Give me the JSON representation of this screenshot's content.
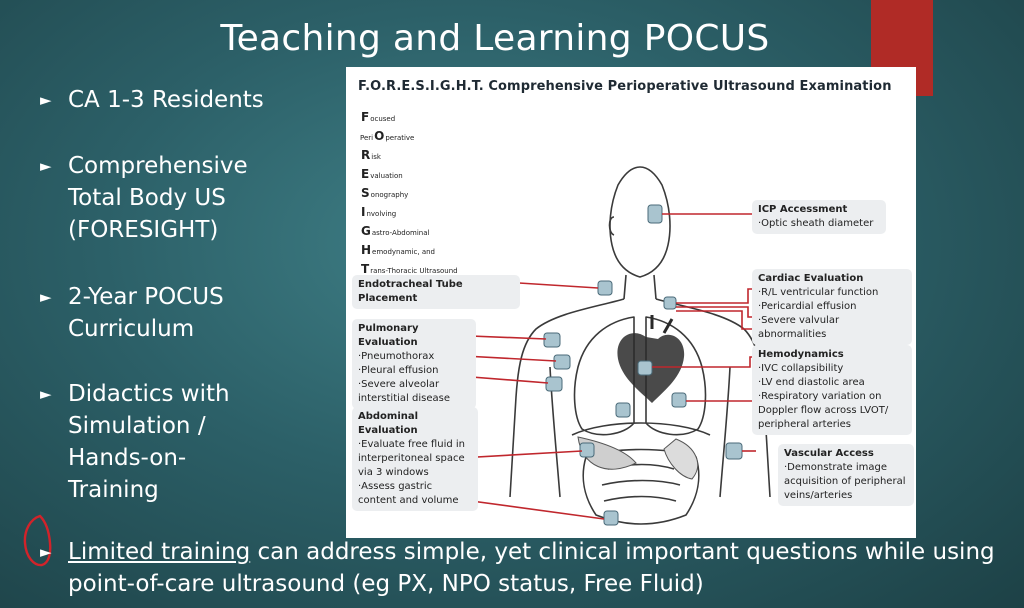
{
  "slide": {
    "title": "Teaching and Learning POCUS",
    "bullets": [
      {
        "text": "CA 1-3 Residents"
      },
      {
        "text": "Comprehensive Total Body US (FORESIGHT)"
      },
      {
        "text": "2-Year POCUS Curriculum"
      },
      {
        "text": "Didactics with Simulation / Hands-on-Training"
      }
    ],
    "bottom_bullet": {
      "underlined": "Limited training",
      "rest": " can address simple, yet clinical important questions while using point-of-care ultrasound (eg PX, NPO status, Free Fluid)"
    },
    "colors": {
      "accent": "#b02b26",
      "background": "#2c6068",
      "annotation": "#d2232a"
    }
  },
  "figure": {
    "title": "F.O.R.E.S.I.G.H.T. Comprehensive Perioperative Ultrasound Examination",
    "acronym": [
      {
        "prefix": "",
        "letter": "F",
        "rest": "ocused"
      },
      {
        "prefix": "Peri",
        "letter": "O",
        "rest": "perative"
      },
      {
        "prefix": "",
        "letter": "R",
        "rest": "isk"
      },
      {
        "prefix": "",
        "letter": "E",
        "rest": "valuation"
      },
      {
        "prefix": "",
        "letter": "S",
        "rest": "onography"
      },
      {
        "prefix": "",
        "letter": "I",
        "rest": "nvolving"
      },
      {
        "prefix": "",
        "letter": "G",
        "rest": "astro-Abdominal"
      },
      {
        "prefix": "",
        "letter": "H",
        "rest": "emodynamic, and"
      },
      {
        "prefix": "",
        "letter": "T",
        "rest": "rans-Thoracic Ultrasound"
      }
    ],
    "boxes": {
      "icp": {
        "title": "ICP Accessment",
        "items": [
          "·Optic sheath diameter"
        ]
      },
      "ett": {
        "title": "Endotracheal Tube Placement"
      },
      "cardiac": {
        "title": "Cardiac Evaluation",
        "items": [
          "·R/L ventricular function",
          "·Pericardial effusion",
          "·Severe valvular abnormalities"
        ]
      },
      "pulm": {
        "title": "Pulmonary Evaluation",
        "items": [
          "·Pneumothorax",
          "·Pleural effusion",
          "·Severe alveolar interstitial disease"
        ]
      },
      "hemo": {
        "title": "Hemodynamics",
        "items": [
          "·IVC collapsibility",
          "·LV end diastolic area",
          "·Respiratory variation on Doppler flow across LVOT/ peripheral arteries"
        ]
      },
      "abd": {
        "title": "Abdominal Evaluation",
        "items": [
          "·Evaluate free fluid in interperitoneal space via 3 windows",
          "·Assess gastric content and volume"
        ]
      },
      "vasc": {
        "title": "Vascular Access",
        "items": [
          "·Demonstrate image acquisition of peripheral veins/arteries"
        ]
      }
    }
  }
}
